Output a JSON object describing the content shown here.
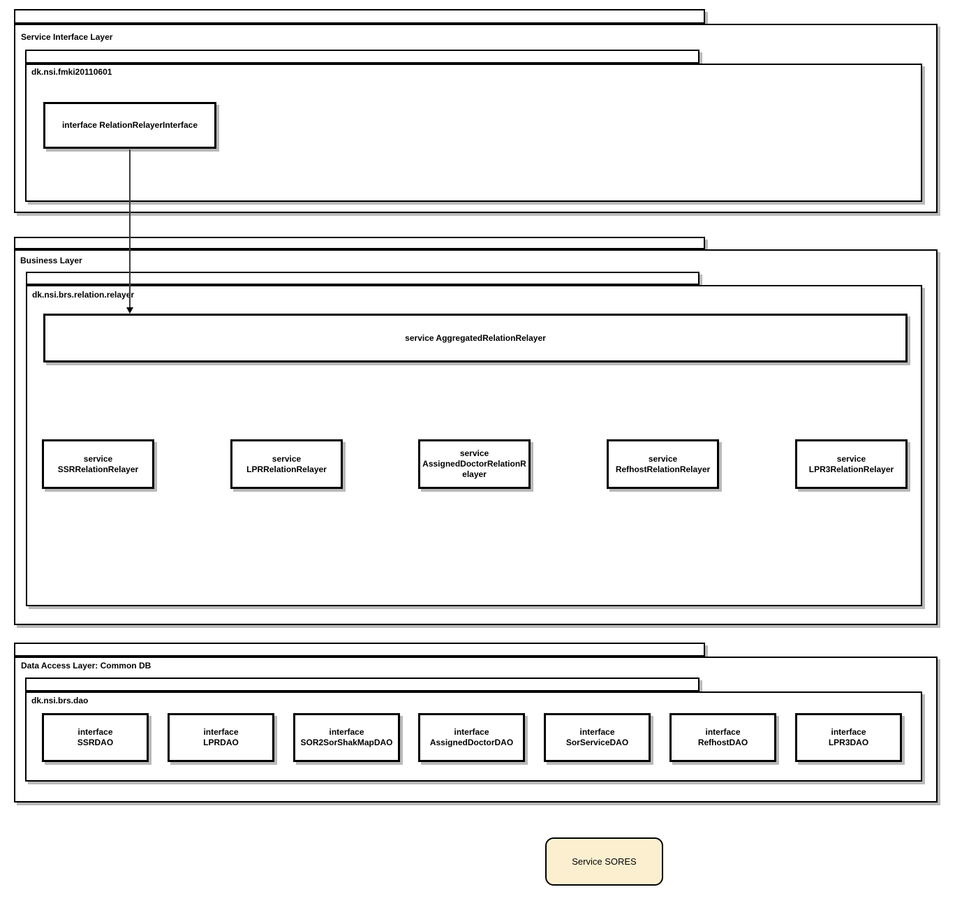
{
  "layers": {
    "service_interface": {
      "title": "Service Interface Layer",
      "package": "dk.nsi.fmki20110601",
      "node": "interface RelationRelayerInterface"
    },
    "business": {
      "title": "Business Layer",
      "package": "dk.nsi.brs.relation.relayer",
      "aggregated": "service AggregatedRelationRelayer",
      "services": [
        "service\nSSRRelationRelayer",
        "service\nLPRRelationRelayer",
        "service\nAssignedDoctorRelationRelayer",
        "service\nRefhostRelationRelayer",
        "service\nLPR3RelationRelayer"
      ]
    },
    "data_access": {
      "title": "Data Access Layer: Common DB",
      "package": "dk.nsi.brs.dao",
      "interfaces": [
        "interface\nSSRDAO",
        "interface\nLPRDAO",
        "interface\nSOR2SorShakMapDAO",
        "interface\nAssignedDoctorDAO",
        "interface\nSorServiceDAO",
        "interface\nRefhostDAO",
        "interface\nLPR3DAO"
      ]
    }
  },
  "external_service": {
    "label": "Service SORES",
    "fill": "#fbefd0"
  },
  "connection": {
    "from": "interface RelationRelayerInterface",
    "to": "service AggregatedRelationRelayer"
  },
  "colors": {
    "background": "#ffffff",
    "node_border": "#000000",
    "shadow": "#b9b9b9",
    "external_fill": "#fbefd0"
  }
}
